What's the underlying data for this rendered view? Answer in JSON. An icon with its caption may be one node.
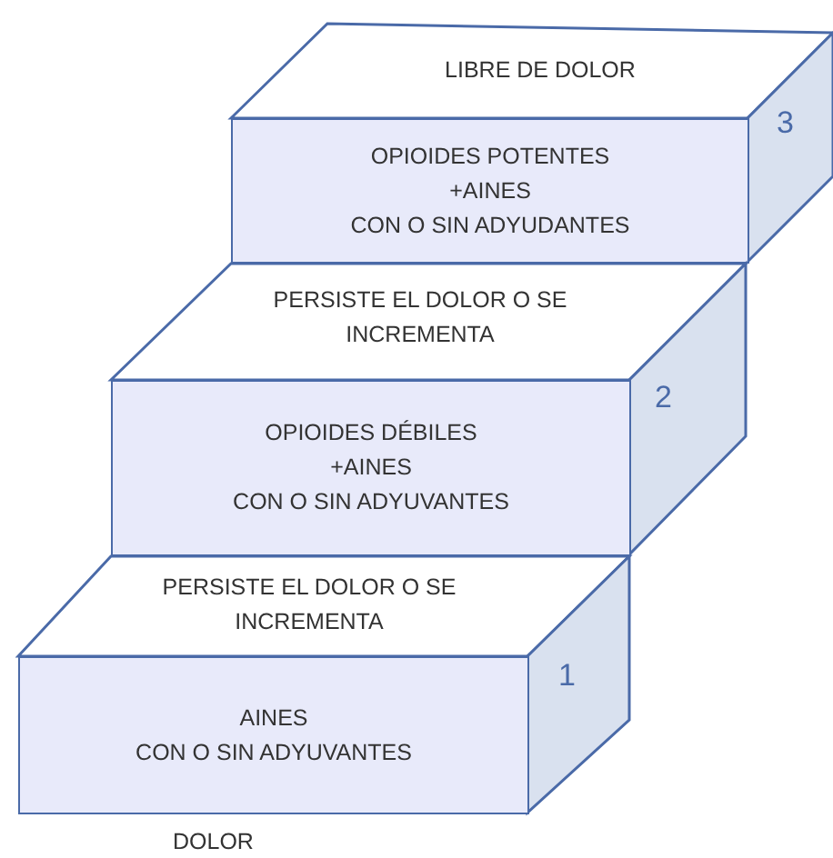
{
  "diagram": {
    "nodes": [
      {
        "text": [
          "LIBRE DE DOLOR"
        ]
      },
      {
        "text": [
          "OPIOIDES POTENTES",
          "+AINES",
          "CON O SIN ADYUDANTES"
        ]
      },
      {
        "text": [
          "3"
        ]
      },
      {
        "text": [
          "PERSISTE EL DOLOR O SE INCREMENTA"
        ]
      },
      {
        "text": [
          "OPIOIDES DÉBILES",
          "+AINES",
          "CON O SIN ADYUVANTES"
        ]
      },
      {
        "text": [
          "2"
        ]
      },
      {
        "text": [
          "PERSISTE EL DOLOR O SE INCREMENTA"
        ]
      },
      {
        "text": [
          "AINES",
          "CON O SIN ADYUVANTES"
        ]
      },
      {
        "text": [
          "1"
        ]
      }
    ],
    "labels": [
      "DOLOR"
    ]
  }
}
